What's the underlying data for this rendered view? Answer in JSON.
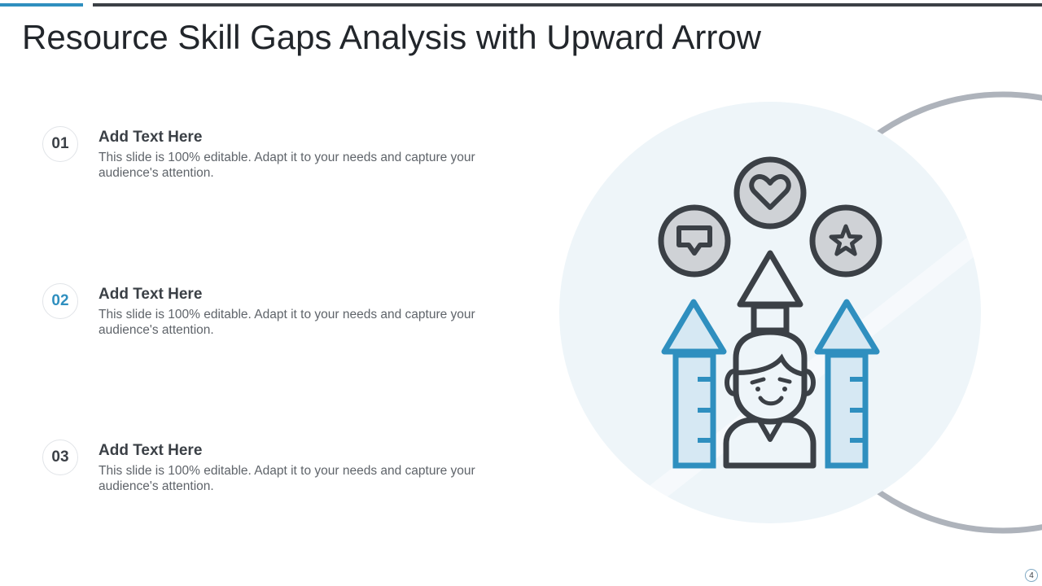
{
  "title": "Resource Skill Gaps Analysis with Upward Arrow",
  "points": [
    {
      "number": "01",
      "heading": "Add Text Here",
      "body": "This slide is 100% editable. Adapt it to your needs and capture your audience's attention."
    },
    {
      "number": "02",
      "heading": "Add Text Here",
      "body": "This slide is 100% editable. Adapt it to your needs and capture your audience's attention."
    },
    {
      "number": "03",
      "heading": "Add Text Here",
      "body": "This slide is 100% editable. Adapt it to your needs and capture your audience's attention."
    }
  ],
  "page_number": "4",
  "colors": {
    "accent": "#2f8fbf",
    "dark": "#3b4046",
    "circle_fill": "#eef5f9",
    "ring": "#aeb3bb",
    "icon_fill": "#d6e8f3",
    "badge_fill": "#cfd2d6"
  },
  "illustration": {
    "icons": [
      "chat-bubble-icon",
      "heart-icon",
      "star-icon",
      "up-arrow-icon",
      "person-icon",
      "ruler-arrow-icon"
    ]
  }
}
